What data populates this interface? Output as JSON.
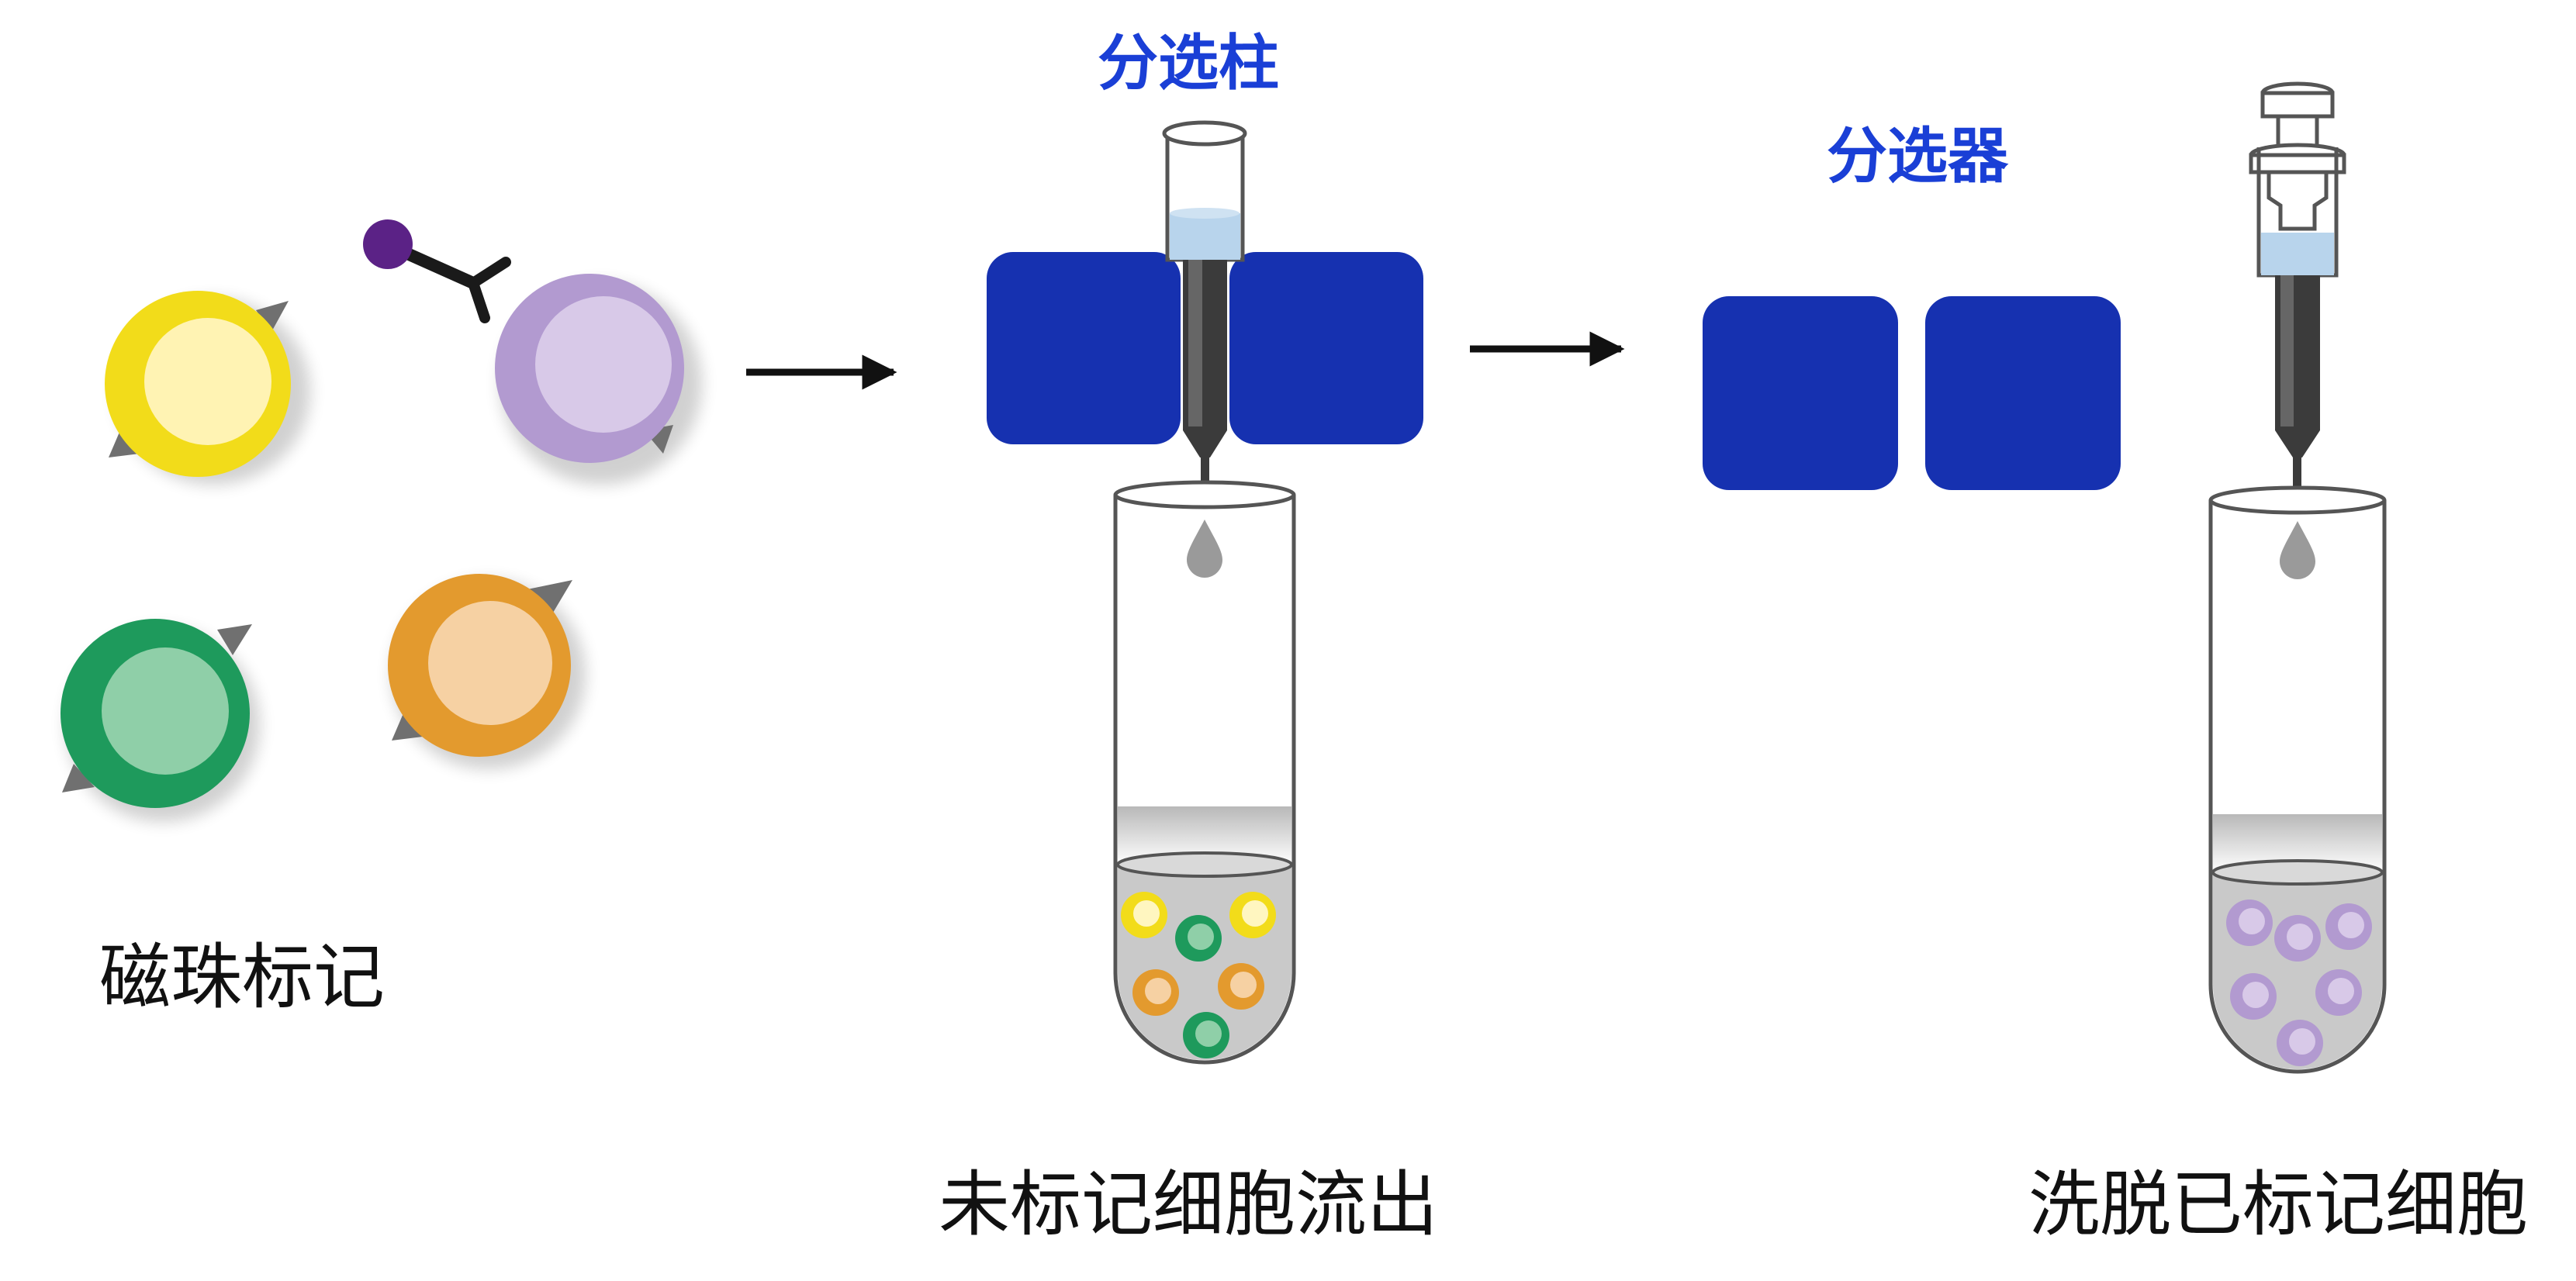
{
  "labels": {
    "magnetic_bead_labeling": "磁珠标记",
    "separation_column": "分选柱",
    "separator": "分选器",
    "unlabeled_cells_flow_out": "未标记细胞流出",
    "elute_labeled_cells": "洗脱已标记细胞"
  },
  "icons": [
    "yellow-cell-icon",
    "purple-labeled-cell-icon",
    "antibody-bead-icon",
    "green-cell-icon",
    "orange-cell-icon",
    "arrow-icon",
    "magnet-block-icon",
    "column-icon",
    "plunger-icon",
    "test-tube-icon",
    "droplet-icon"
  ],
  "colors": {
    "magnet": "#1631b0",
    "label_blue": "#1a3fd6",
    "yellow_cell": "#f2dc1a",
    "purple_cell": "#b29ad0",
    "green_cell": "#1e9a5c",
    "orange_cell": "#e39a2e",
    "bead": "#5b2286",
    "liquid_column": "#b8d4ec",
    "tube_liquid": "#c9c9c9"
  }
}
